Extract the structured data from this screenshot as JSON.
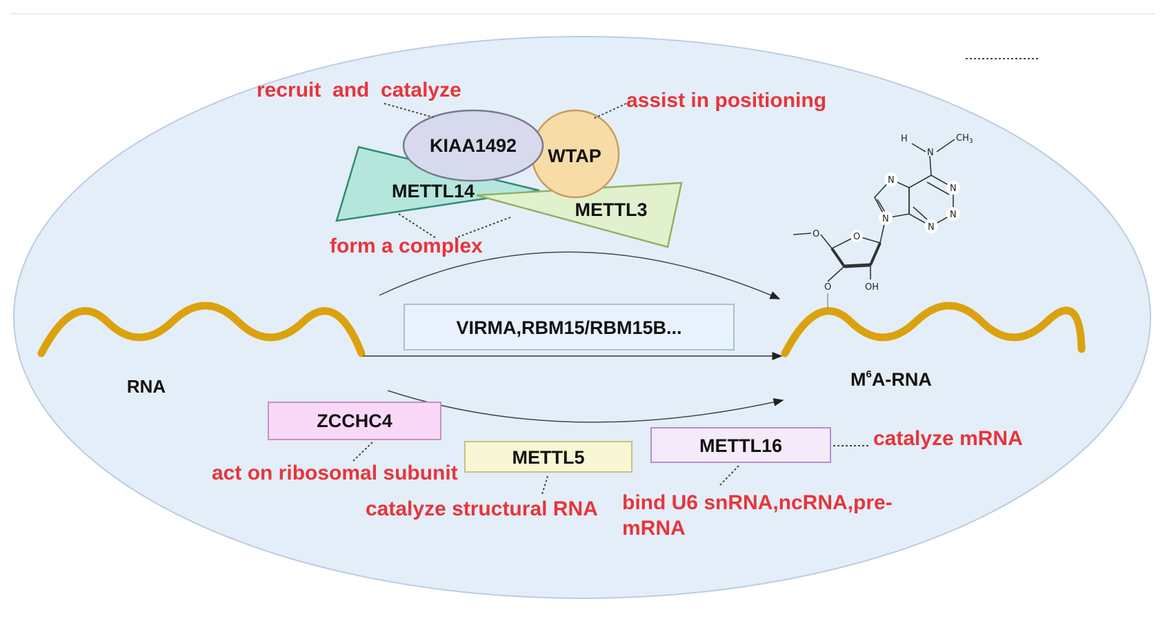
{
  "proteins": {
    "kiaa": "KIAA1492",
    "wtap": "WTAP",
    "mettl14": "METTL14",
    "mettl3": "METTL3"
  },
  "annotations": {
    "recruit": "recruit  and  catalyze",
    "assist": "assist in positioning",
    "complex": "form a complex",
    "ribosomal": "act on ribosomal subunit",
    "structural": "catalyze structural RNA",
    "mrna": "catalyze mRNA",
    "bind_line1": "bind U6 snRNA,ncRNA,pre-",
    "bind_line2": "mRNA"
  },
  "boxes": {
    "virma": "VIRMA,RBM15/RBM15B...",
    "zcchc4": "ZCCHC4",
    "mettl5": "METTL5",
    "mettl16": "METTL16"
  },
  "rna": {
    "left_label": "RNA",
    "right_label_base": "M",
    "right_label_sup": "6",
    "right_label_rest": "A-RNA"
  },
  "molecule": {
    "atoms": {
      "h": "H",
      "n_top": "N",
      "ch3": "CH",
      "ch3_sub": "3",
      "ring_n1": "N",
      "ring_n2": "N",
      "ring_n3": "N",
      "ring_n4": "N",
      "ring_n5": "N",
      "o_chain": "O",
      "o_ring": "O",
      "o_bottom": "O",
      "oh": "OH"
    }
  },
  "colors": {
    "background_ellipse": "#e3eef8",
    "ellipse_border": "#b9cde3",
    "rna_wave": "#dba20d",
    "label_red": "#e8343a",
    "kiaa_fill": "#d7d9ec",
    "wtap_fill": "#f8dca8",
    "mettl14_fill": "#b4e6dc",
    "mettl3_fill": "#e1f1cd",
    "zcchc4_fill": "#f9d9f7",
    "mettl5_fill": "#f9f6d4",
    "mettl16_fill": "#f5eafa"
  }
}
